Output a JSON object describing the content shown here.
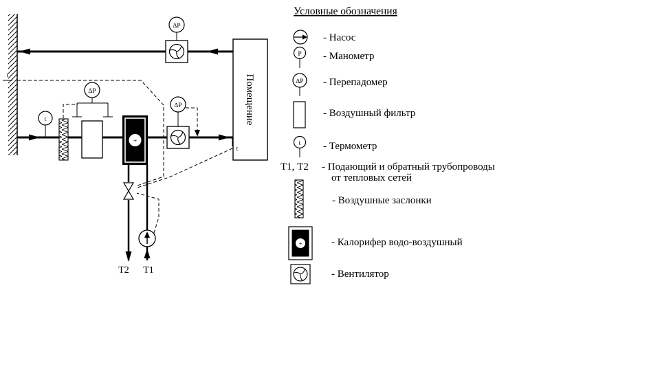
{
  "diagram": {
    "room": "Помещение",
    "t": "t",
    "dp": "∆P",
    "p": "Р",
    "plus": "+",
    "t1": "Т1",
    "t2": "Т2"
  },
  "legend": {
    "title": "Условные обозначения",
    "t1t2_prefix": "Т1, Т2",
    "items": {
      "pump": "- Насос",
      "manometer": "- Манометр",
      "dp_gauge": "- Перепадомер",
      "filter": "- Воздушный фильтр",
      "thermometer": "- Термометр",
      "pipes_line1": "- Подающий и обратный трубопроводы",
      "pipes_line2": "от тепловых сетей",
      "dampers": "- Воздушные заслонки",
      "heater": "- Калорифер водо-воздушный",
      "fan": "- Вентилятор"
    }
  },
  "colors": {
    "ink": "#000000",
    "background": "#ffffff"
  }
}
